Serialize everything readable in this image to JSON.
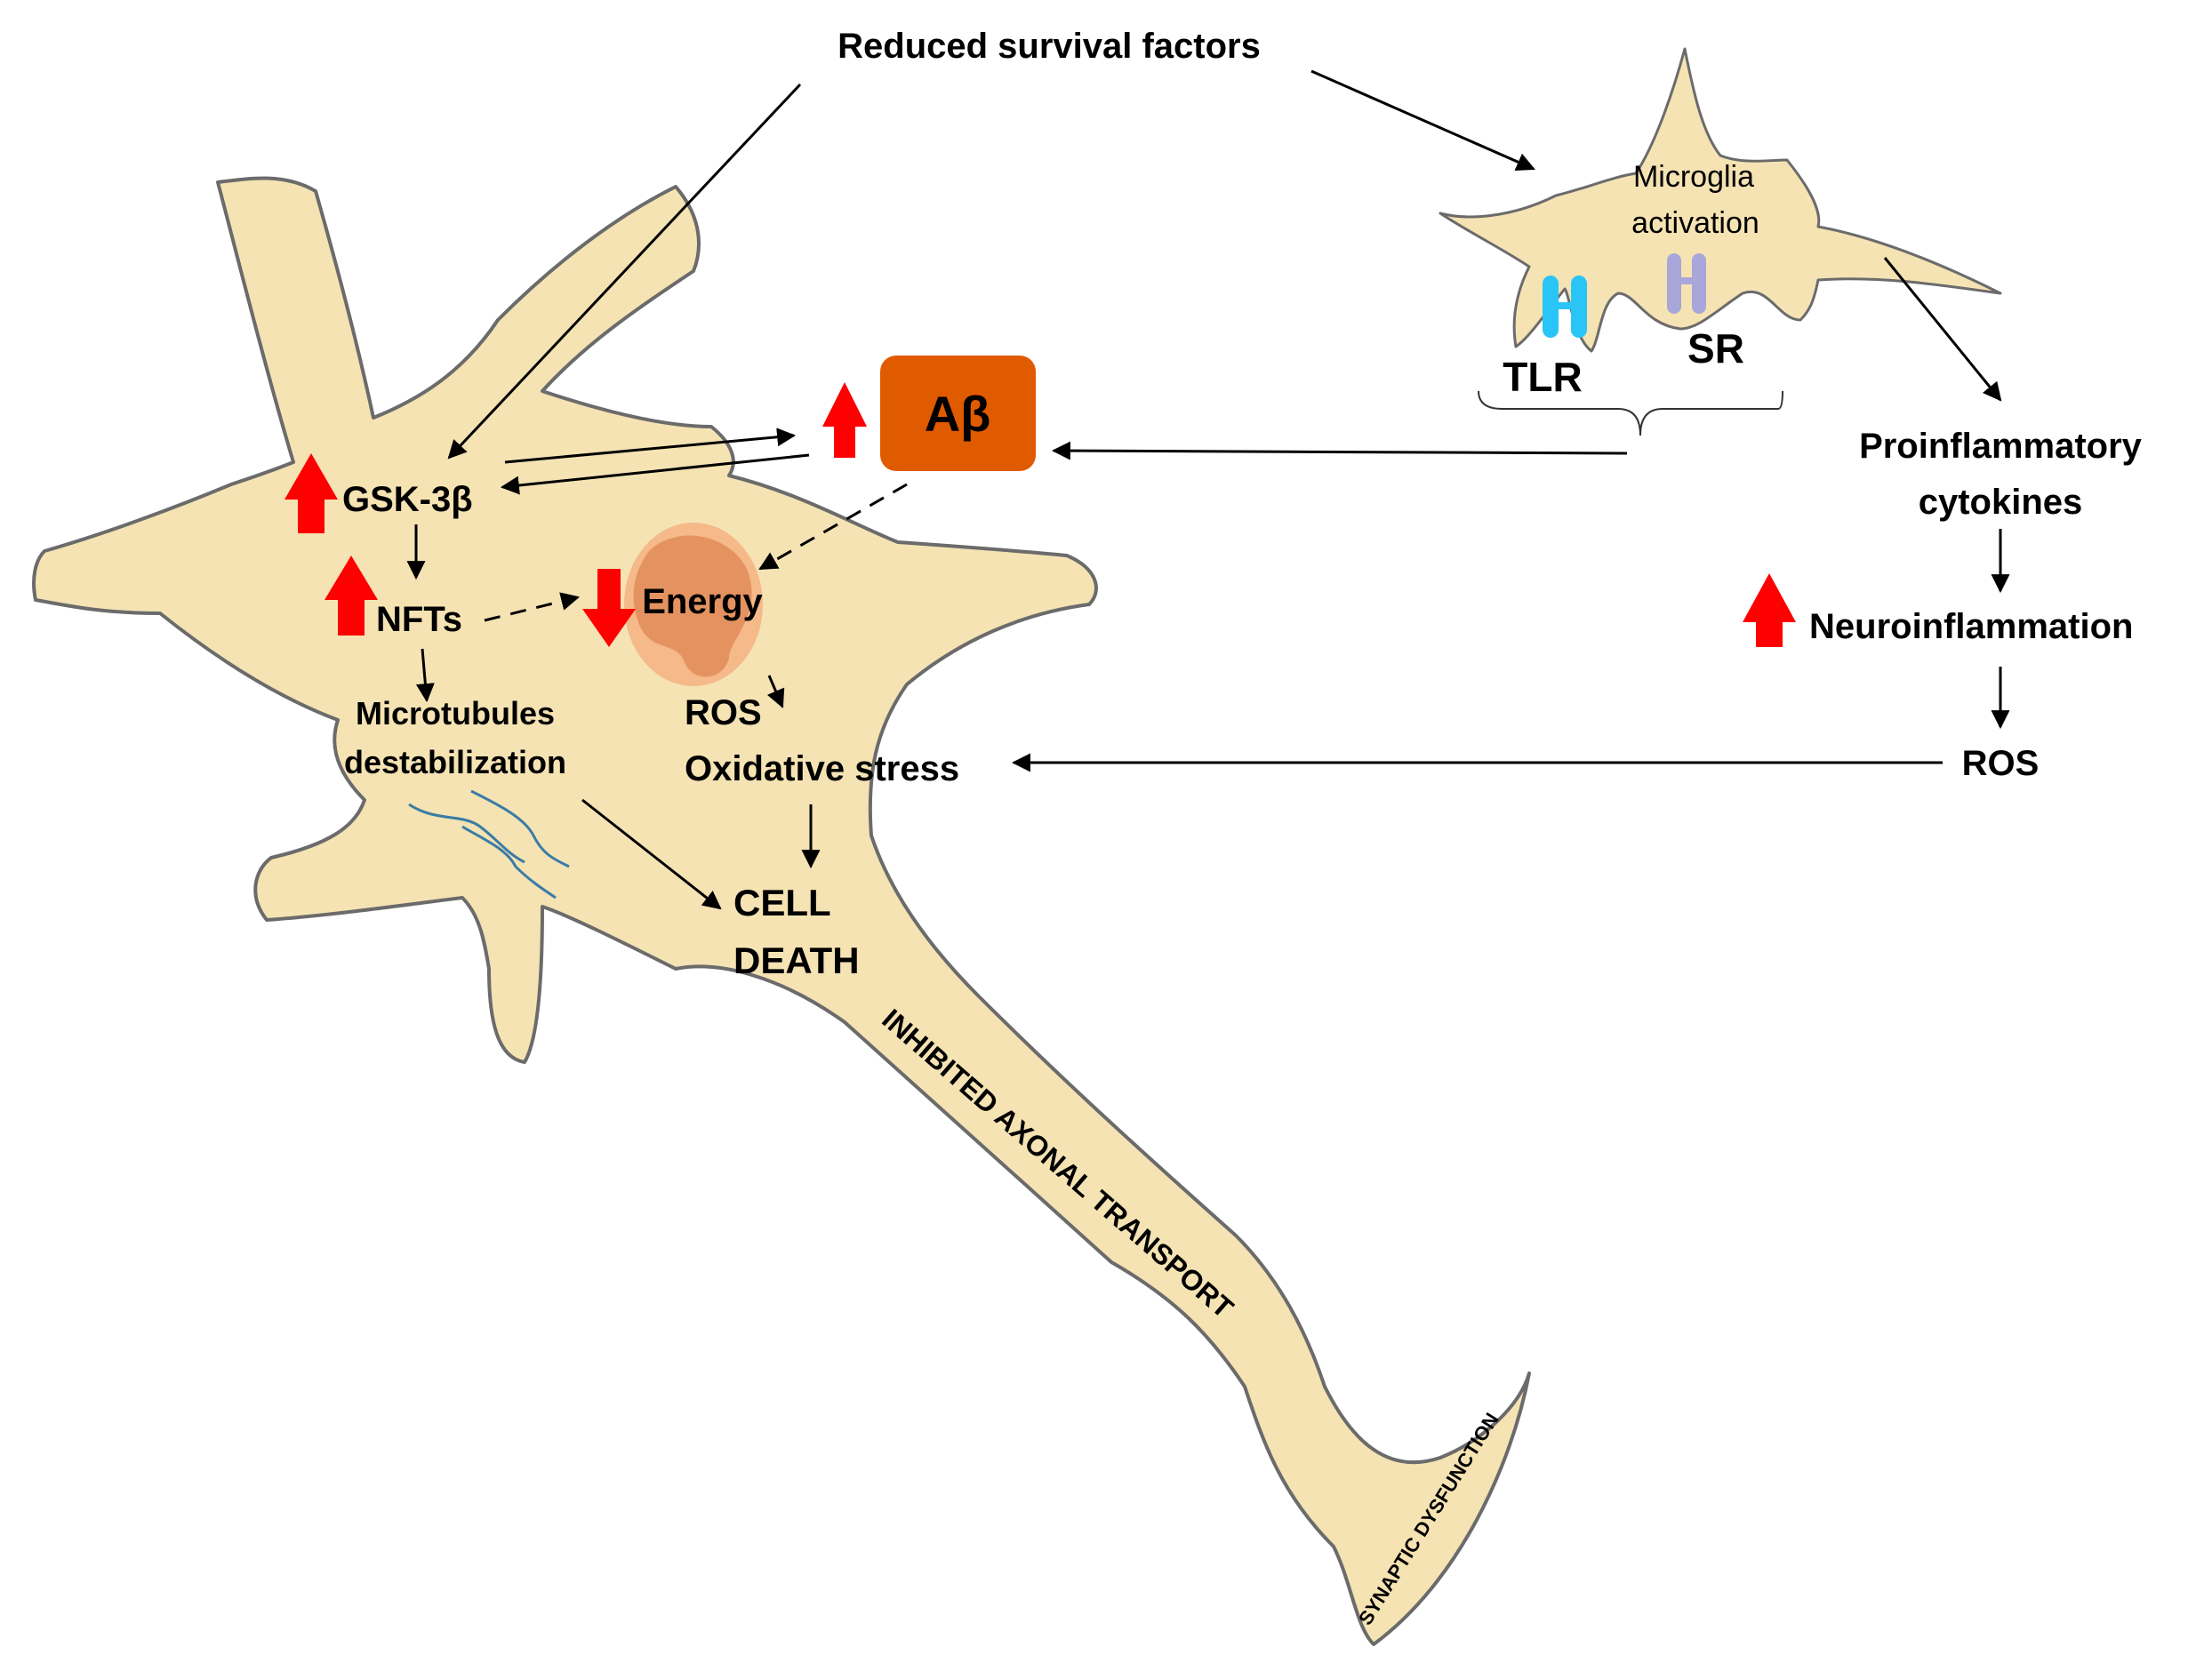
{
  "labels": {
    "reduced_survival": "Reduced survival factors",
    "microglia_line1": "Microglia",
    "microglia_line2": "activation",
    "tlr": "TLR",
    "sr": "SR",
    "abeta": "Aβ",
    "gsk": "GSK-3β",
    "nfts": "NFTs",
    "energy": "Energy",
    "micro_line1": "Microtubules",
    "micro_line2": "destabilization",
    "ros_neuron": "ROS",
    "oxidative": "Oxidative stress",
    "cell_line1": "CELL",
    "cell_line2": "DEATH",
    "proinf_line1": "Proinflammatory",
    "proinf_line2": "cytokines",
    "neuroinflammation": "Neuroinflammation",
    "ros_right": "ROS",
    "axonal": "INHIBITED AXONAL TRANSPORT",
    "synaptic": "SYNAPTIC DYSFUNCTION"
  },
  "colors": {
    "cell_fill": "#f5e3b3",
    "cell_stroke": "#6b6b6b",
    "abeta_box": "#e05a00",
    "up_arrow": "#ff0000",
    "mito_outer": "#f4b183",
    "mito_inner": "#e08a55",
    "tlr": "#29c5f6",
    "sr": "#a9a6d9",
    "microtubule": "#3a7ca5"
  }
}
